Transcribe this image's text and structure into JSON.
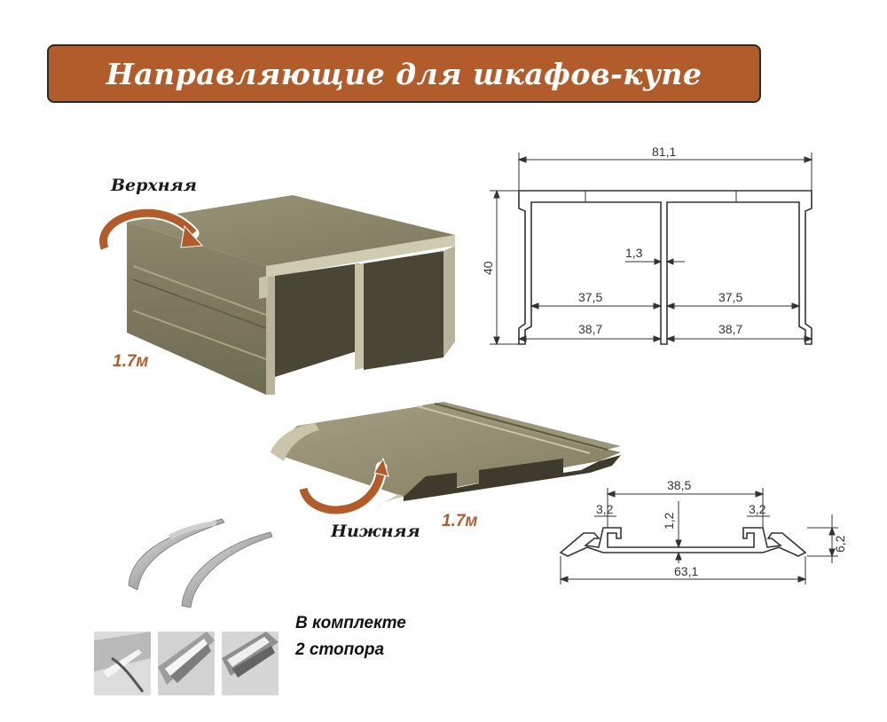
{
  "title": "Направляющие для шкафов-купе",
  "top_rail": {
    "label": "Верхняя",
    "length": "1.7м"
  },
  "bottom_rail": {
    "label": "Нижняя",
    "length": "1.7м"
  },
  "kit": {
    "line1": "В комплекте",
    "line2": "2 стопора"
  },
  "top_drawing": {
    "width": "81,1",
    "height": "40",
    "web": "1,3",
    "inner_left": "37,5",
    "inner_right": "37,5",
    "outer_left": "38,7",
    "outer_right": "38,7"
  },
  "bottom_drawing": {
    "inner": "38,5",
    "lip_left": "3,2",
    "lip_right": "3,2",
    "thickness": "1,2",
    "height": "6,2",
    "width": "63,1"
  },
  "colors": {
    "banner": "#b25b2b",
    "accent": "#b25b2b",
    "rail": "#8a8468"
  }
}
